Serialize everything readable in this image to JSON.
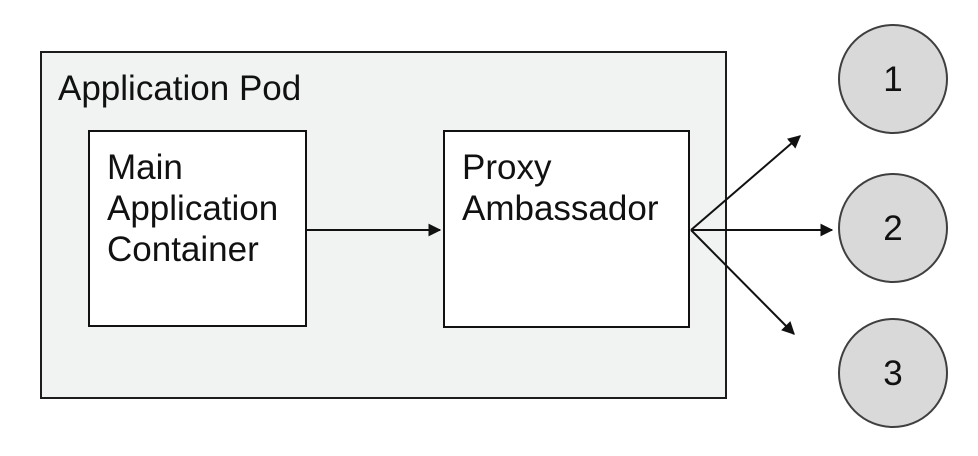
{
  "colors": {
    "pod-fill": "#f1f2f2",
    "pod-border": "#1c1c1c",
    "node-fill": "#ffffff",
    "node-border": "#111111",
    "circle-fill": "#d9d9d9",
    "circle-border": "#3f3f3f",
    "line": "#111111",
    "text": "#111111"
  },
  "diagram": {
    "pod": {
      "label": "Application Pod"
    },
    "nodes": [
      {
        "id": "main-application-container",
        "label": "Main Application Container"
      },
      {
        "id": "proxy-ambassador",
        "label": "Proxy Ambassador"
      }
    ],
    "connections": [
      {
        "from": "main-application-container",
        "to": "proxy-ambassador"
      },
      {
        "from": "proxy-ambassador",
        "to": "endpoint-1"
      },
      {
        "from": "proxy-ambassador",
        "to": "endpoint-2"
      },
      {
        "from": "proxy-ambassador",
        "to": "endpoint-3"
      }
    ],
    "endpoints": [
      {
        "label": "1"
      },
      {
        "label": "2"
      },
      {
        "label": "3"
      }
    ]
  }
}
